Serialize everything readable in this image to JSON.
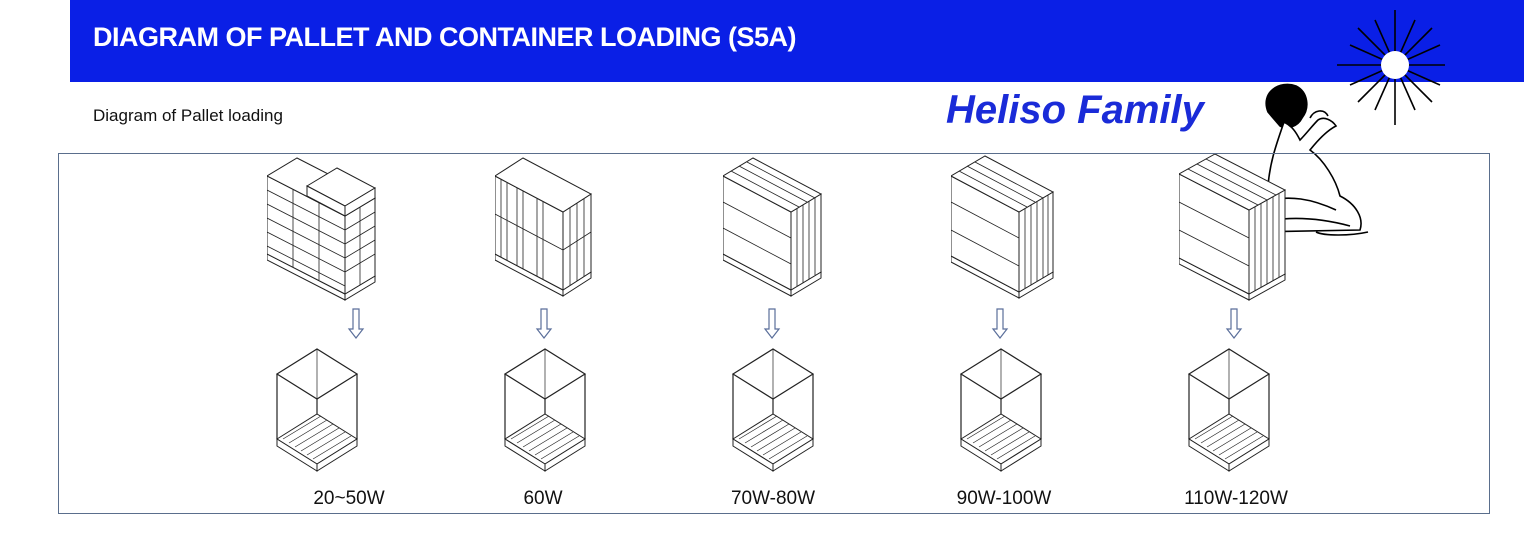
{
  "header": {
    "title": "DIAGRAM OF PALLET AND CONTAINER LOADING (S5A)",
    "color": "#0a1fe6"
  },
  "section": {
    "subtitle": "Diagram of Pallet loading"
  },
  "brand": {
    "name": "Heliso Family",
    "color": "#1a2bd8"
  },
  "loads": [
    {
      "label": "20~50W",
      "icon": "stacked-boxes-pallet-icon"
    },
    {
      "label": "60W",
      "icon": "banded-boxes-pallet-icon"
    },
    {
      "label": "70W-80W",
      "icon": "boxed-pallet-icon"
    },
    {
      "label": "90W-100W",
      "icon": "boxed-pallet-icon"
    },
    {
      "label": "110W-120W",
      "icon": "boxed-pallet-icon"
    }
  ]
}
